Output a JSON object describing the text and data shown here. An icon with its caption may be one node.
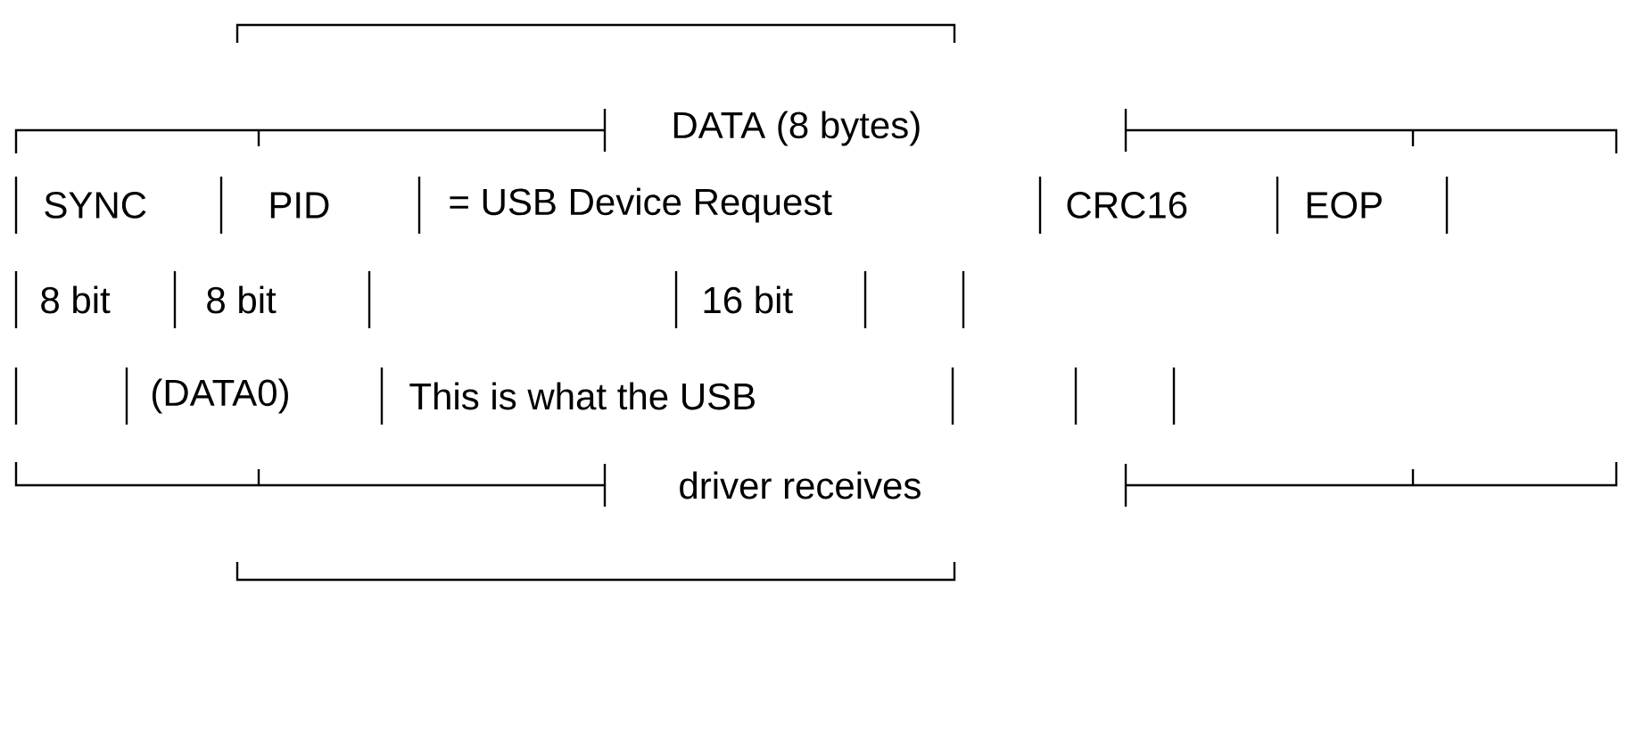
{
  "diagram": {
    "labels": [
      "DATA (8 bytes)",
      "SYNC",
      "PID",
      "= USB Device Request",
      "CRC16",
      "EOP",
      "8 bit",
      "8 bit",
      "16 bit",
      "(DATA0)",
      "This is what the USB",
      "driver receives"
    ]
  }
}
